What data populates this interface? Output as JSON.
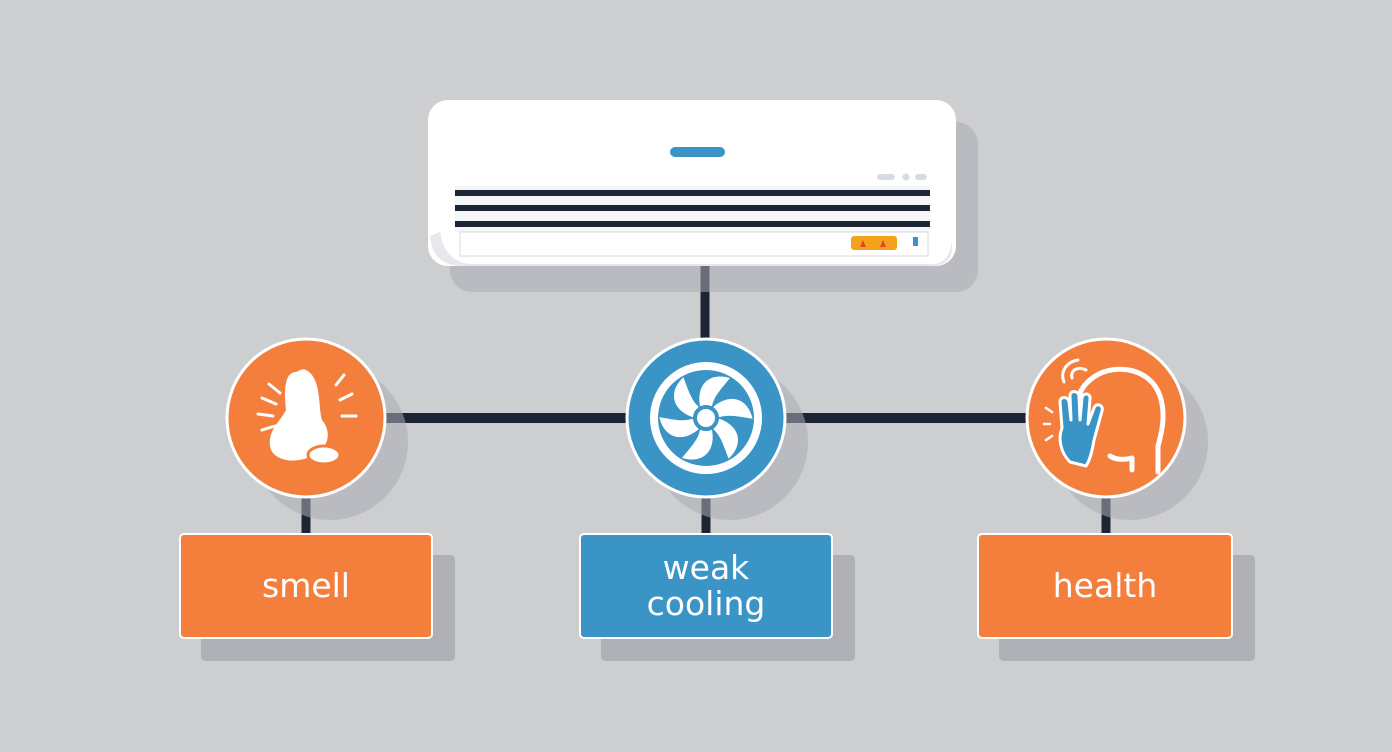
{
  "colors": {
    "background": "#cdced0",
    "orange": "#f47f3c",
    "blue": "#3a95c6",
    "connector": "#1d2535",
    "unit_body": "#ffffff"
  },
  "air_conditioner": {
    "icon": "air-conditioner-icon"
  },
  "nodes": [
    {
      "id": "smell",
      "icon": "nose-icon",
      "label_lines": [
        "smell"
      ],
      "color": "#f47f3c"
    },
    {
      "id": "weak-cooling",
      "icon": "fan-icon",
      "label_lines": [
        "weak",
        "cooling"
      ],
      "color": "#3a95c6"
    },
    {
      "id": "health",
      "icon": "sneezing-person-icon",
      "label_lines": [
        "health"
      ],
      "color": "#f47f3c"
    }
  ]
}
